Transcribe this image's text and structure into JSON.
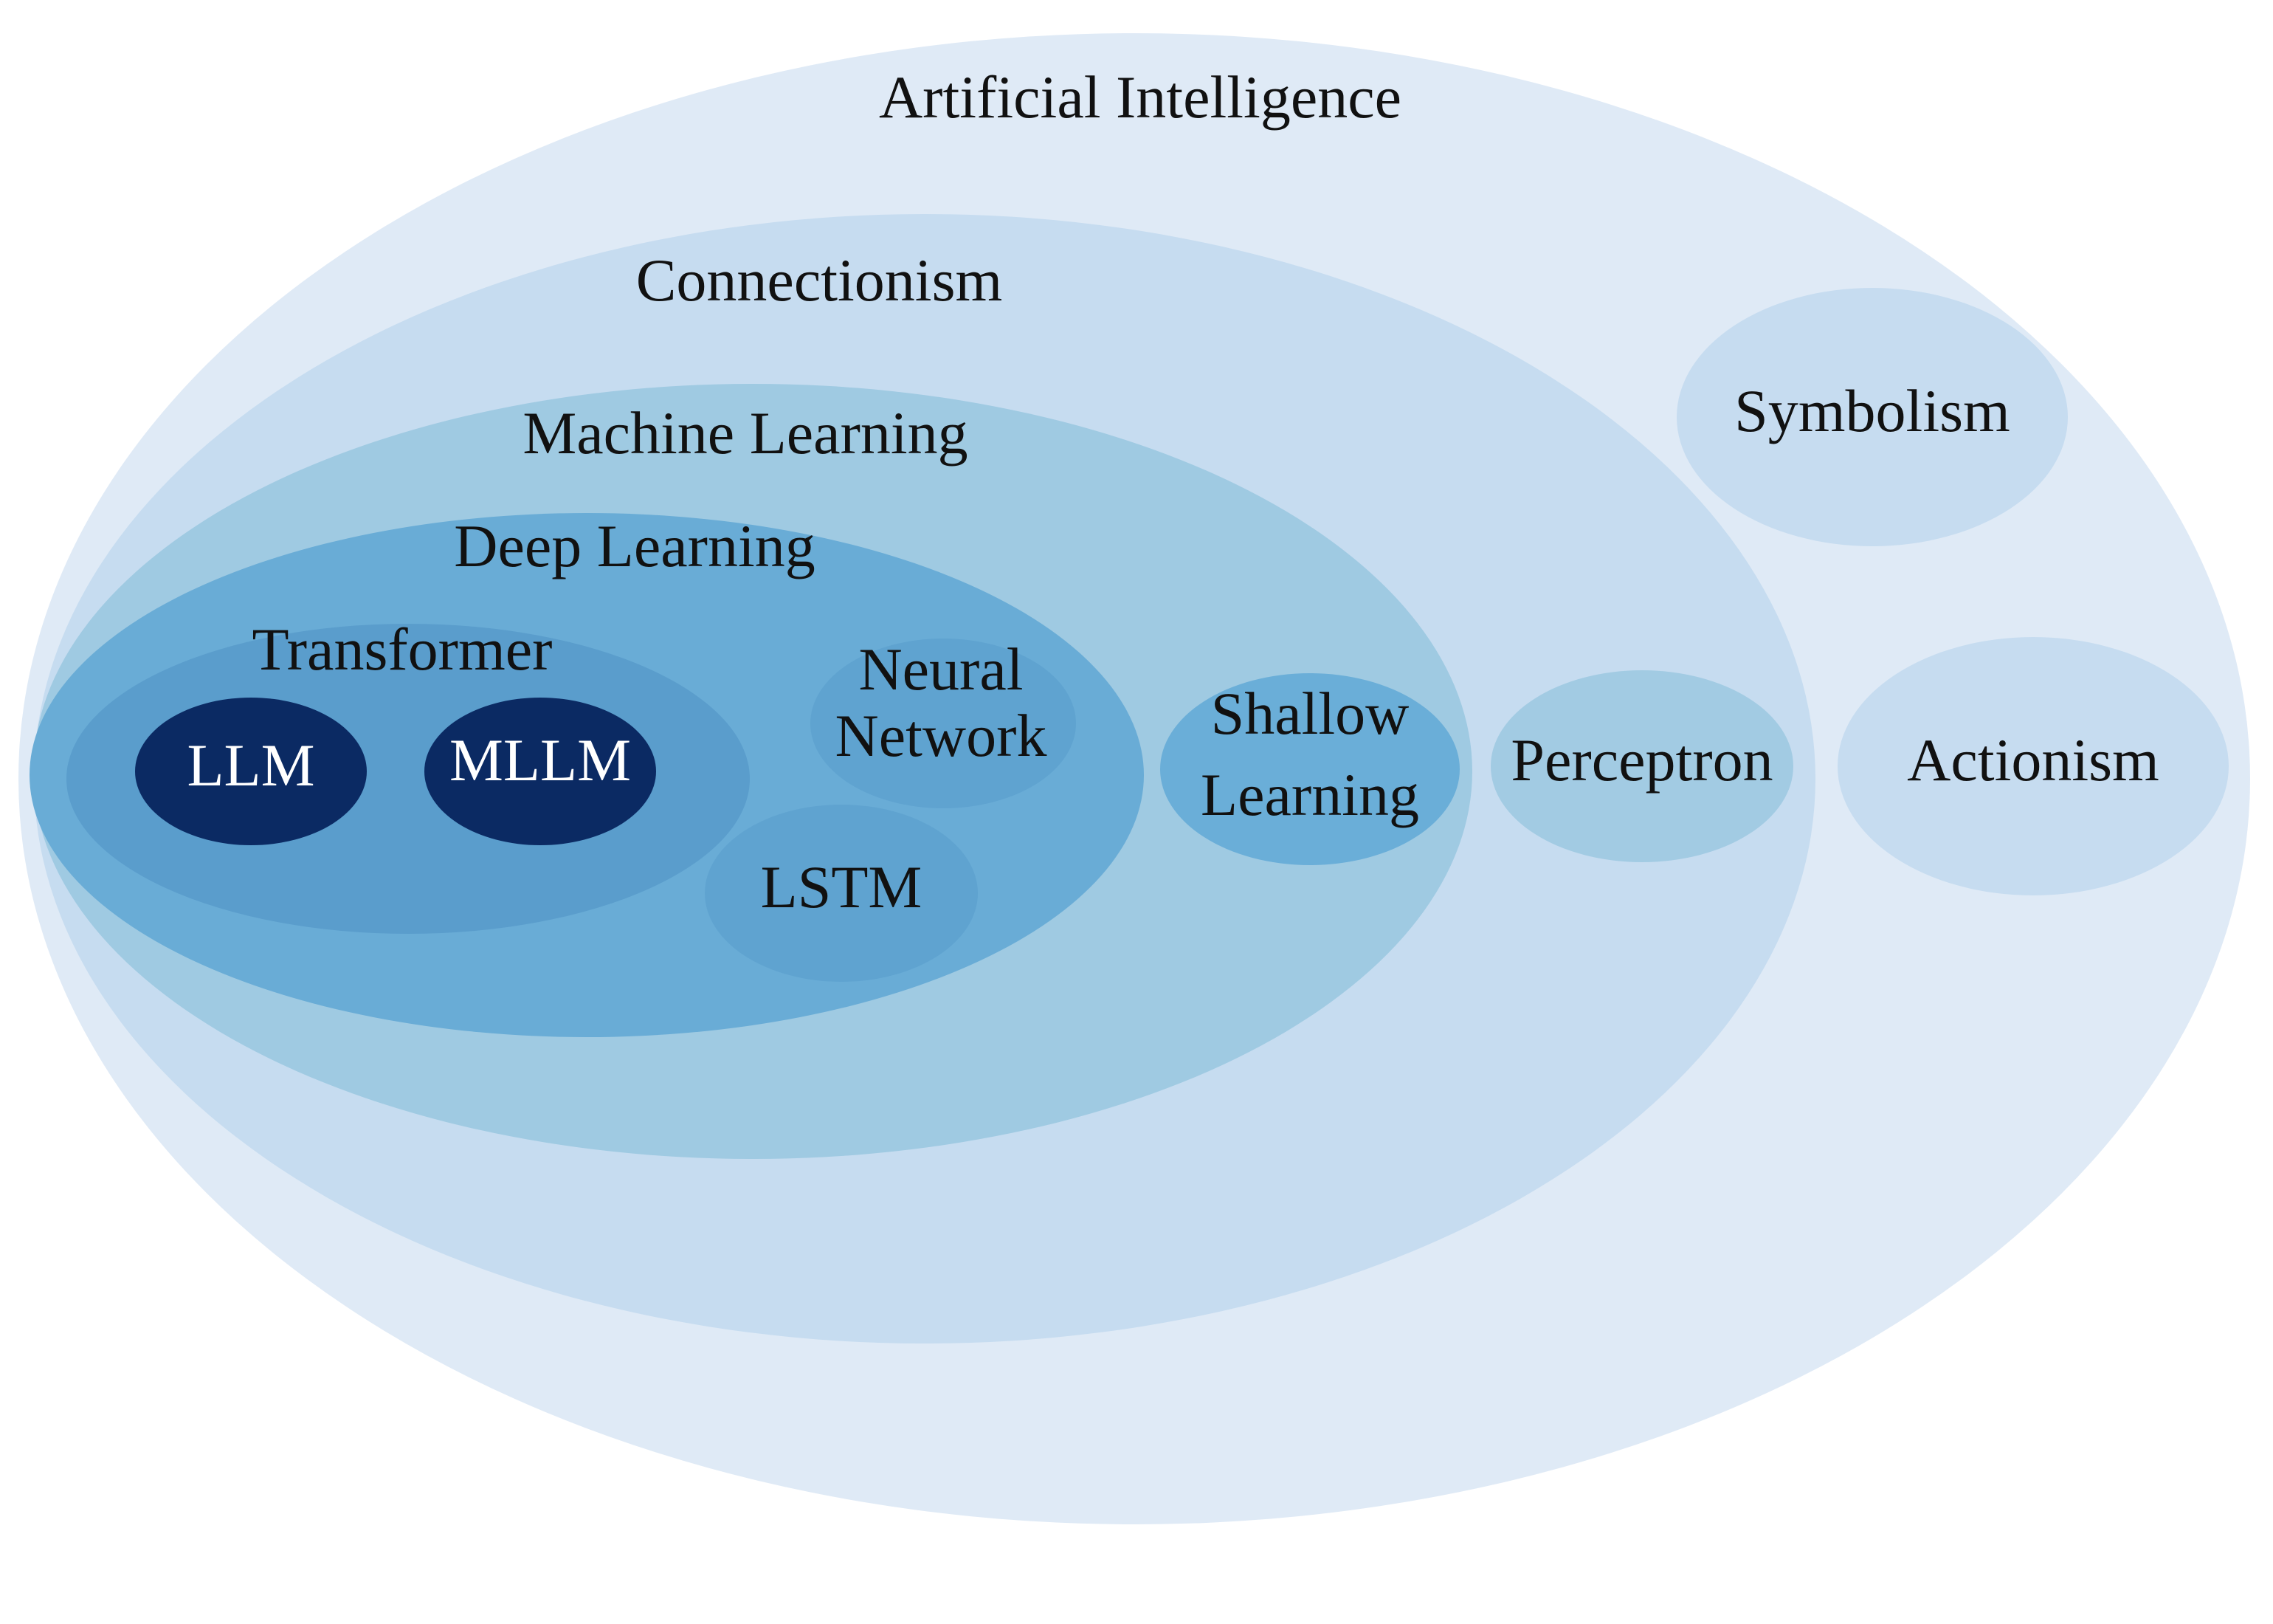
{
  "labels": {
    "ai": "Artificial Intelligence",
    "connectionism": "Connectionism",
    "machine_learning": "Machine Learning",
    "deep_learning": "Deep Learning",
    "transformer": "Transformer",
    "llm": "LLM",
    "mllm": "MLLM",
    "neural_network_line1": "Neural",
    "neural_network_line2": "Network",
    "lstm": "LSTM",
    "shallow_learning_line1": "Shallow",
    "shallow_learning_line2": "Learning",
    "perceptron": "Perceptron",
    "symbolism": "Symbolism",
    "actionism": "Actionism"
  },
  "colors": {
    "ai_fill": "#dfeaf6",
    "connectionism_fill": "#c6dcf0",
    "machine_learning_fill": "#9fcae2",
    "deep_learning_fill": "#69acd6",
    "transformer_fill": "#5a9dcc",
    "llm_fill": "#0b2a63",
    "neural_network_fill": "#5fa3d0",
    "lstm_fill": "#5fa3d0",
    "shallow_learning_fill": "#6aaed8",
    "perceptron_fill": "#a2cbe3",
    "symbolism_fill": "#c6dcf0",
    "actionism_fill": "#c6dcf0"
  }
}
